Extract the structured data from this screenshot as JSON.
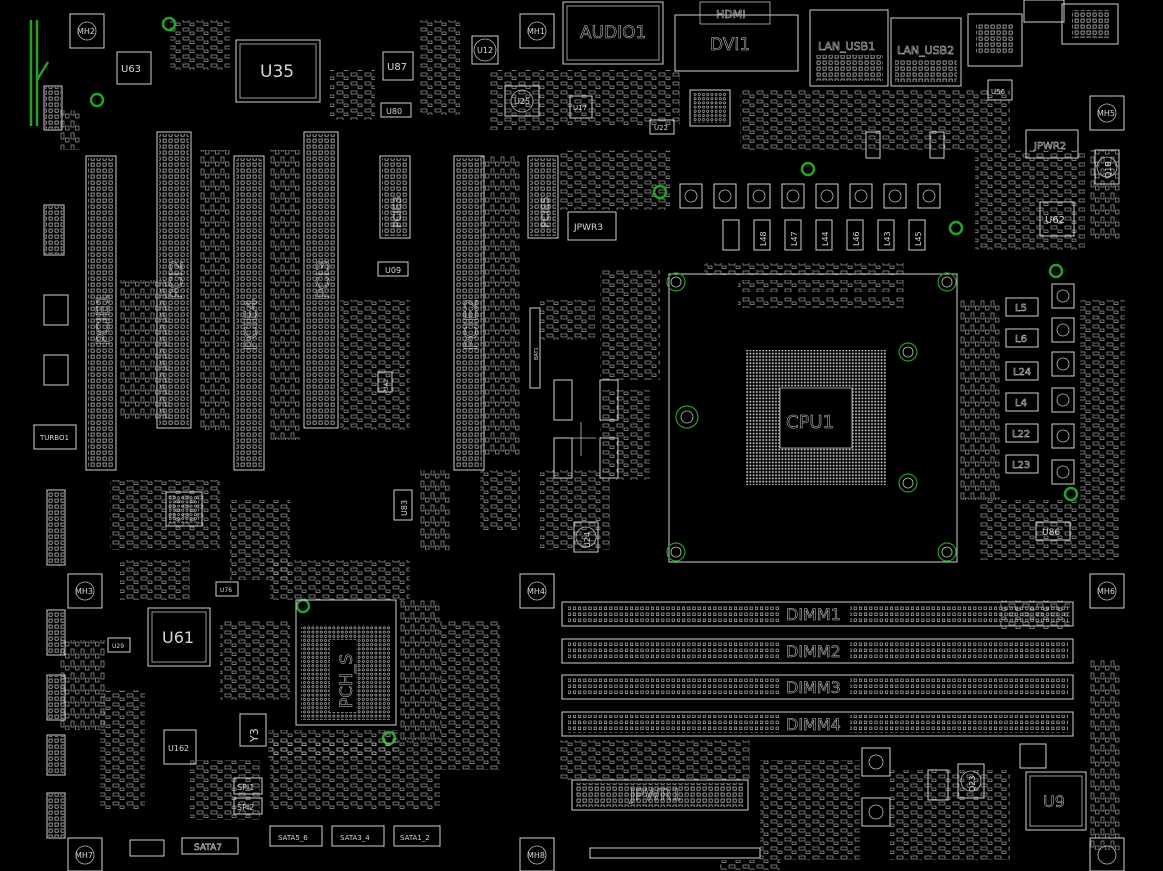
{
  "board": {
    "background": "#000000",
    "silkscreen_color": "#d0d0d0",
    "mount_ring_color": "#22a322"
  },
  "chips": {
    "u35": "U35",
    "u63": "U63",
    "u61": "U61",
    "u162": "U162",
    "u9": "U9",
    "u62": "U62",
    "u86": "U86",
    "u80": "U80",
    "u87": "U87",
    "u12": "U12",
    "u25": "U25",
    "u17": "U17",
    "u22": "U22",
    "u56": "U56",
    "u83": "U83",
    "u42": "U42",
    "u76": "U76",
    "u29": "U29",
    "u09": "U09",
    "pch": "PCH_S",
    "cpu": "CPU1",
    "y3": "Y3",
    "u24": "U24",
    "q18": "Q18",
    "q23": "Q23"
  },
  "slots": {
    "pcie1": "PCIE1",
    "pci2": "PCI2",
    "pcie4": "PCIE4",
    "pci3": "PCI3",
    "pcie2": "PCIE2",
    "pcie3": "PCIE3",
    "pcie5": "PCIE5"
  },
  "dimms": [
    "DIMM1",
    "DIMM2",
    "DIMM3",
    "DIMM4"
  ],
  "connectors": {
    "audio": "AUDIO1",
    "hdmi": "HDMI",
    "dvi": "DVI1",
    "lan_usb1": "LAN_USB1",
    "lan_usb2": "LAN_USB2",
    "jpwr1": "JPWR1",
    "jpwr2": "JPWR2",
    "jpwr3": "JPWR3",
    "turbo": "TURBO1",
    "spi1": "SPI1",
    "spi2": "SPI2",
    "sata7": "SATA7",
    "sata5_6": "SATA5_6",
    "sata3_4": "SATA3_4",
    "sata1_2": "SATA1_2"
  },
  "inductors": [
    "L5",
    "L6",
    "L24",
    "L4",
    "L22",
    "L23"
  ],
  "vrm_inductors": [
    "L48",
    "L47",
    "L44",
    "L46",
    "L43",
    "L45"
  ],
  "holes": [
    "MH1",
    "MH2",
    "MH3",
    "MH4",
    "MH5",
    "MH6",
    "MH7",
    "MH8"
  ],
  "battery": "BAT1"
}
